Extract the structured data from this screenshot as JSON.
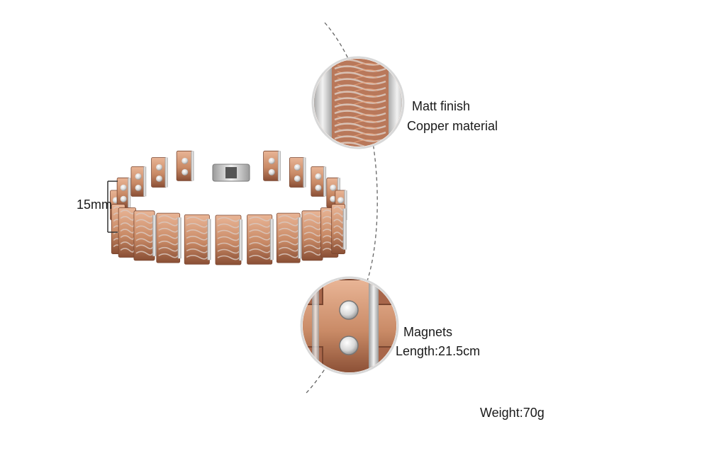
{
  "colors": {
    "copper_light": "#e9b596",
    "copper": "#c98a66",
    "copper_dark": "#8a4f35",
    "silver_light": "#f2f2f2",
    "silver_dark": "#9a9a9a",
    "magnet": "#d8d8d8",
    "pattern": "#d9c7bd",
    "dash_line": "#666666"
  },
  "labels": {
    "width": "15mm",
    "finish": "Matt finish",
    "material": "Copper material",
    "magnets": "Magnets",
    "length": "Length:21.5cm",
    "weight": "Weight:70g"
  }
}
